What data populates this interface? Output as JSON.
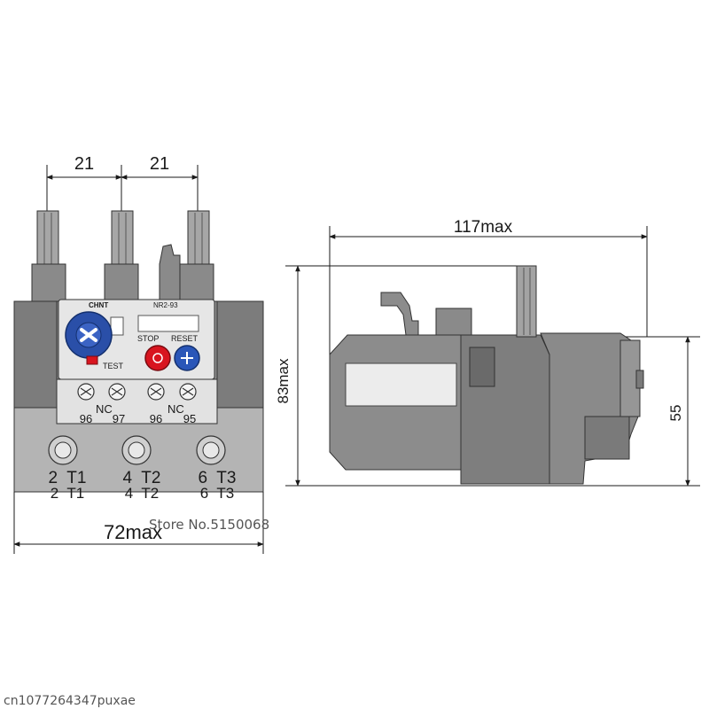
{
  "front_view": {
    "top_dim_left": "21",
    "top_dim_right": "21",
    "width_dim": "72max",
    "brand_label": "CHNT",
    "model_label": "NR2-93",
    "stop_label": "STOP",
    "reset_label": "RESET",
    "test_label": "TEST",
    "aux_terminals": {
      "nc_left": "NC",
      "nc_right": "NC",
      "labels": [
        "96",
        "97",
        "96",
        "95"
      ]
    },
    "main_terminals": {
      "labels": [
        "2  T1",
        "4  T2",
        "6  T3"
      ],
      "ghost_labels": [
        "2  T1",
        "4  T2",
        "6  T3"
      ]
    }
  },
  "side_view": {
    "length_dim": "117max",
    "height_dim": "83max",
    "partial_height_dim": "55"
  },
  "watermarks": {
    "store": "Store No.5150068",
    "user": "cn1077264347puxae"
  },
  "colors": {
    "body_dark": "#7a7a7a",
    "body_mid": "#8c8c8c",
    "body_light": "#b4b4b4",
    "panel": "#e6e6e6",
    "dial_blue": "#2a4fa8",
    "stop_red": "#d8151f",
    "reset_blue": "#2a56b8",
    "line": "#1a1a1a"
  }
}
